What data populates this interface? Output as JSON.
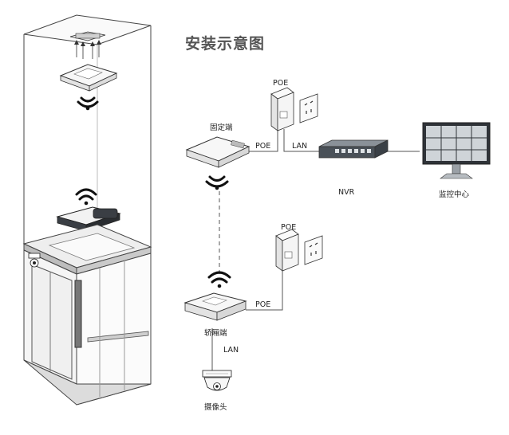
{
  "title": "安装示意图",
  "labels": {
    "fixed_end": "固定端",
    "car_end": "轿厢端",
    "poe_top": "POE",
    "poe_mid": "POE",
    "poe_link_top": "POE",
    "poe_link_bottom": "POE",
    "lan_top": "LAN",
    "lan_bottom": "LAN",
    "nvr": "NVR",
    "monitor_center": "监控中心",
    "camera": "摄像头"
  },
  "colors": {
    "line": "#555555",
    "device": "#f4f4f4",
    "device_dark": "#2f3338",
    "wifi": "#111111"
  },
  "icons": [
    "wifi-icon",
    "poe-adapter-icon",
    "wall-outlet-icon",
    "nvr-icon",
    "monitor-icon",
    "camera-icon",
    "access-point-icon"
  ]
}
